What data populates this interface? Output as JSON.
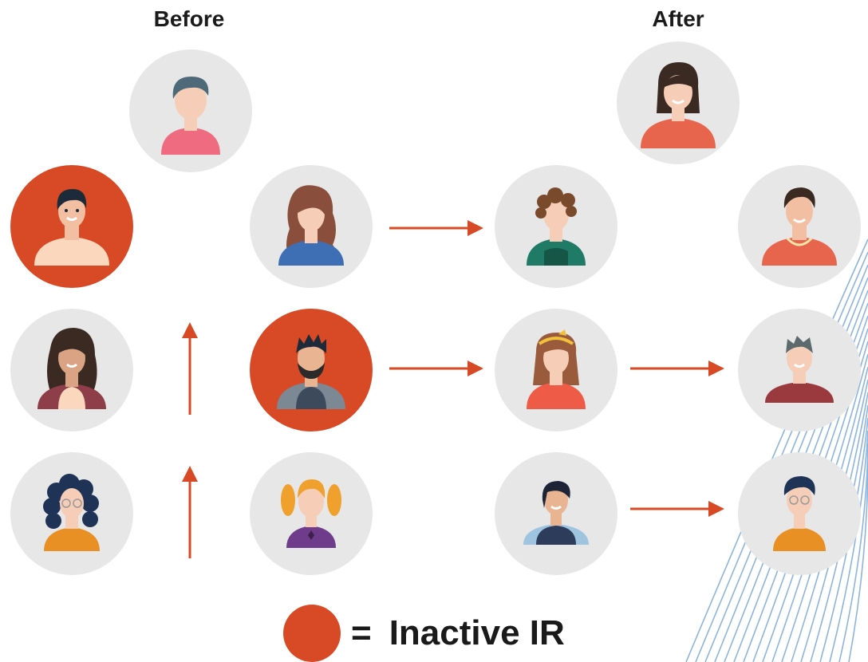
{
  "headings": {
    "before": "Before",
    "after": "After"
  },
  "legend": {
    "symbol": "=",
    "label": "Inactive IR",
    "color": "#d84a25"
  },
  "avatars": [
    {
      "id": "before-top",
      "group": "before",
      "status": "active",
      "icon": "man-pink-shirt"
    },
    {
      "id": "before-left-1",
      "group": "before",
      "status": "inactive",
      "icon": "man-cream-shirt"
    },
    {
      "id": "before-mid-1",
      "group": "before",
      "status": "active",
      "icon": "woman-long-wavy-hair-blue-jacket"
    },
    {
      "id": "before-left-2",
      "group": "before",
      "status": "active",
      "icon": "woman-wavy-hair-maroon-cardigan"
    },
    {
      "id": "before-mid-2",
      "group": "before",
      "status": "inactive",
      "icon": "man-beard-gray-shirt"
    },
    {
      "id": "before-left-3",
      "group": "before",
      "status": "active",
      "icon": "woman-curly-hair-glasses"
    },
    {
      "id": "before-mid-3",
      "group": "before",
      "status": "active",
      "icon": "girl-pigtails-purple-shirt"
    },
    {
      "id": "after-top",
      "group": "after",
      "status": "active",
      "icon": "woman-bob-coral-top"
    },
    {
      "id": "after-mid-1",
      "group": "after",
      "status": "active",
      "icon": "curly-hair-green-shirt"
    },
    {
      "id": "after-right-1",
      "group": "after",
      "status": "active",
      "icon": "man-coral-shirt"
    },
    {
      "id": "after-mid-2",
      "group": "after",
      "status": "active",
      "icon": "girl-headband-red-shirt"
    },
    {
      "id": "after-right-2",
      "group": "after",
      "status": "active",
      "icon": "man-gray-hair-maroon-shirt"
    },
    {
      "id": "after-mid-3",
      "group": "after",
      "status": "active",
      "icon": "woman-short-hair-vest"
    },
    {
      "id": "after-right-3",
      "group": "after",
      "status": "active",
      "icon": "boy-glasses-orange-shirt"
    }
  ],
  "arrows": [
    {
      "id": "arrow-up-upper",
      "direction": "up"
    },
    {
      "id": "arrow-up-lower",
      "direction": "up"
    },
    {
      "id": "arrow-right-1",
      "direction": "right"
    },
    {
      "id": "arrow-right-2",
      "direction": "right"
    },
    {
      "id": "arrow-right-3",
      "direction": "right"
    },
    {
      "id": "arrow-right-4",
      "direction": "right"
    }
  ]
}
